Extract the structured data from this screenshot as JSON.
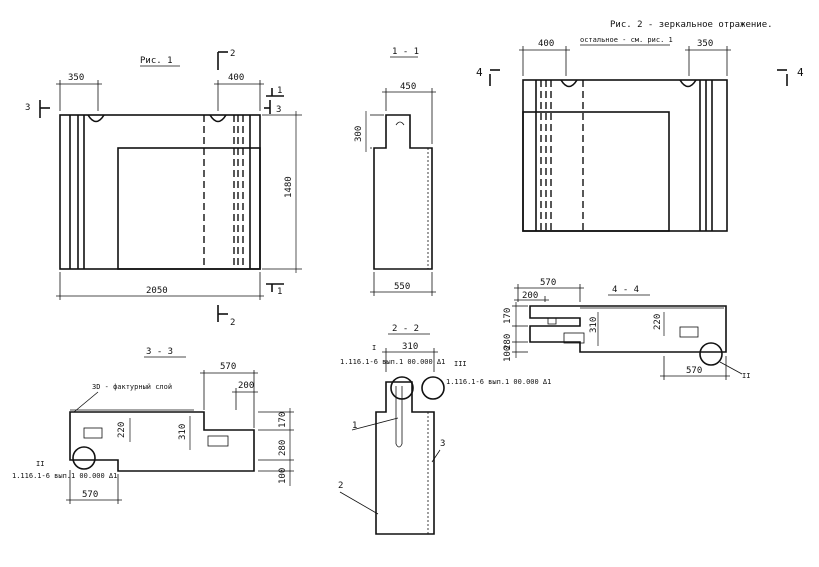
{
  "fig1": {
    "title": "Рис. 1",
    "dims": {
      "top_left": "350",
      "top_right": "400",
      "height": "1480",
      "width": "2050"
    },
    "section_marks": {
      "s2": "2",
      "s1": "1",
      "s3": "3"
    }
  },
  "sec11": {
    "title": "1 - 1",
    "dims": {
      "top": "450",
      "left": "300",
      "bottom": "550"
    }
  },
  "fig2": {
    "title": "Рис. 2 - зеркальное отражение.",
    "subtitle": "остальное - см. рис. 1",
    "dims": {
      "top_left": "400",
      "top_right": "350"
    },
    "section_marks": {
      "s4": "4"
    }
  },
  "sec33": {
    "title": "3 - 3",
    "note": "ЗD - фактурный слой",
    "dims": {
      "top": "570",
      "mid": "200",
      "d220": "220",
      "d310": "310",
      "d170": "170",
      "d280": "280",
      "d100": "100",
      "bottom": "570"
    },
    "callout_roman": "II",
    "callout_text": "1.116.1-6 вып.1 00.000 Δ1"
  },
  "sec22": {
    "title": "2 - 2",
    "dim_top": "310",
    "callout_left_roman": "I",
    "callout_left_text": "1.116.1-6 вып.1 00.000 Δ1",
    "callout_right_roman": "III",
    "callout_right_text": "1.116.1-6 вып.1 00.000 Δ1",
    "labels": {
      "p1": "1",
      "p2": "2",
      "p3": "3"
    }
  },
  "sec44": {
    "title": "4 - 4",
    "dims": {
      "top": "570",
      "d200": "200",
      "d170": "170",
      "d280": "280",
      "d100": "100",
      "d310": "310",
      "d220": "220",
      "bottom": "570"
    },
    "callout_roman": "II"
  }
}
